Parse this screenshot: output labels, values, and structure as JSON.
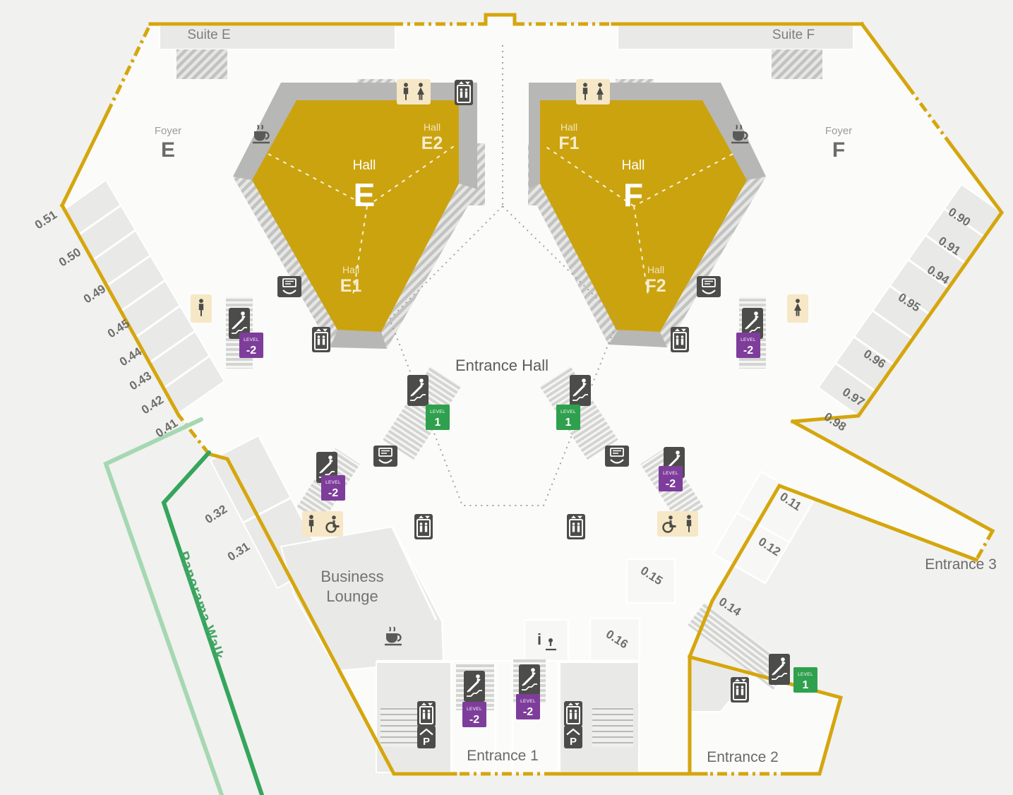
{
  "labels": {
    "suite_e": "Suite E",
    "suite_f": "Suite F",
    "foyer_word": "Foyer",
    "foyer_e_letter": "E",
    "foyer_f_letter": "F",
    "hall_word": "Hall",
    "hall_e_letter": "E",
    "hall_f_letter": "F",
    "hall_e1": "E1",
    "hall_e2": "E2",
    "hall_f1": "F1",
    "hall_f2": "F2",
    "entrance_hall": "Entrance Hall",
    "business_line1": "Business",
    "business_line2": "Lounge",
    "entrance_1": "Entrance 1",
    "entrance_2": "Entrance 2",
    "entrance_3": "Entrance 3",
    "panorama_walk": "Panorama Walk"
  },
  "badges": {
    "level_word": "LEVEL",
    "minus_two": "-2",
    "one": "1"
  },
  "icons": {
    "parking_letter": "P",
    "info_letter": "i"
  },
  "rooms_left": [
    "0.51",
    "0.50",
    "0.49",
    "0.45",
    "0.44",
    "0.43",
    "0.42",
    "0.41"
  ],
  "rooms_lower_left": [
    "0.32",
    "0.31"
  ],
  "rooms_right": [
    "0.90",
    "0.91",
    "0.94",
    "0.95",
    "0.96",
    "0.97",
    "0.98"
  ],
  "rooms_lower_right": [
    "0.11",
    "0.12",
    "0.14",
    "0.15",
    "0.16"
  ],
  "colors": {
    "outline_gold": "#D5A60D",
    "hall_gold": "#CBA30F",
    "dark_band": "#B7B7B5",
    "icon_dark": "#4C4C4A",
    "wc_cream": "#F6E8C6",
    "level_purple": "#7E3D9B",
    "level_green": "#2FA04D",
    "walk_green_dark": "#35A55C",
    "walk_green_light": "#A5D8B2"
  }
}
